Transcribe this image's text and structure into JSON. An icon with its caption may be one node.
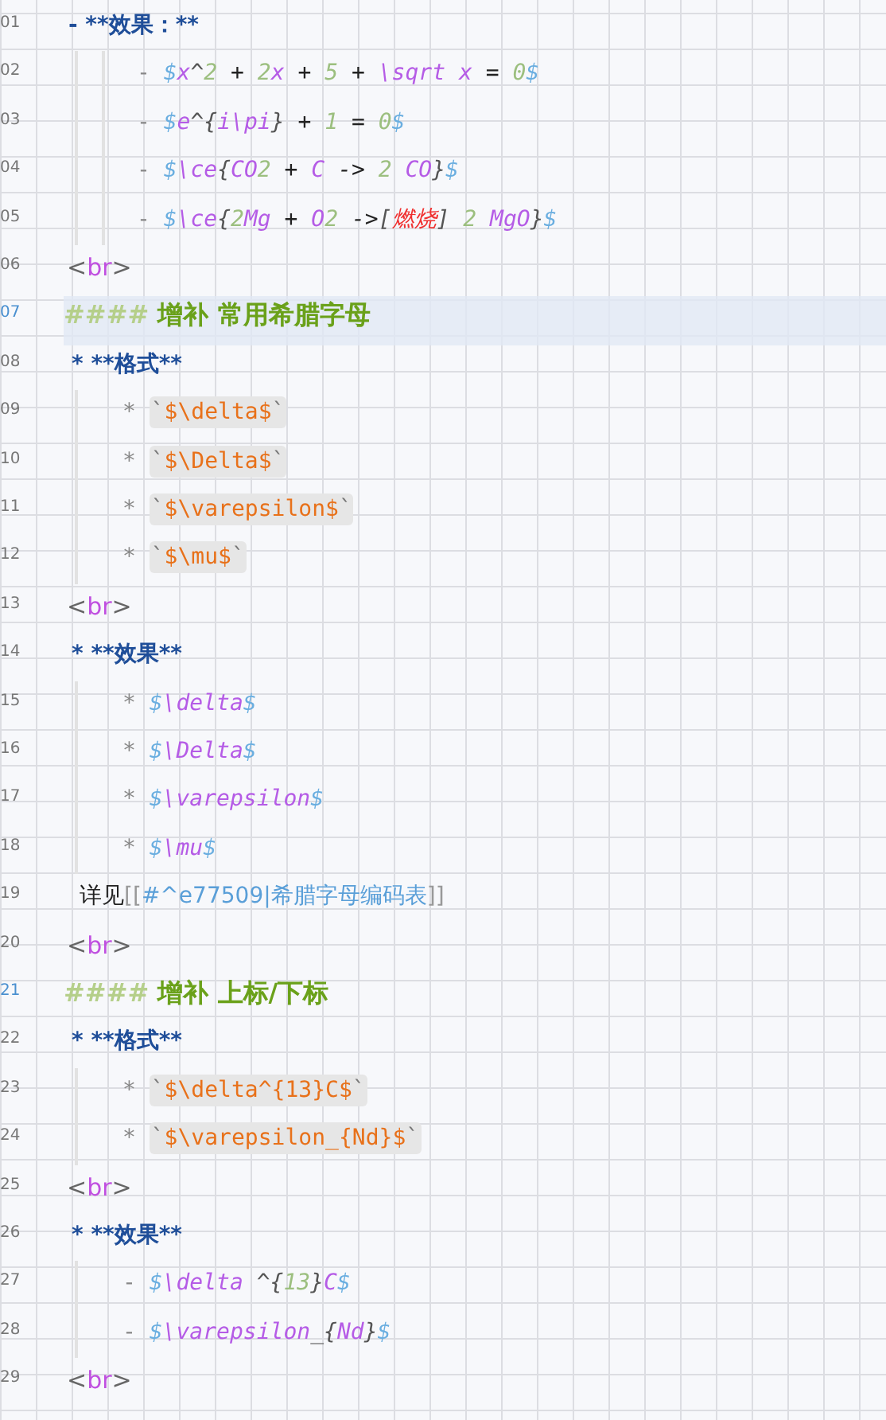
{
  "diagram": {
    "labels": [
      "01",
      "- **效果：**",
      "02",
      "- $x^2 + 2x + 5 + \\sqrt x = 0$",
      "03",
      "- $e^{i\\pi} + 1 = 0$",
      "04",
      "- $\\ce{CO2 + C -> 2 CO}$",
      "05",
      "- $\\ce{2Mg + O2 ->[燃烧] 2 MgO}$",
      "06",
      "<br>",
      "07",
      "#### 增补 常用希腊字母",
      "08",
      "* **格式**",
      "09",
      "* `$\\delta$`",
      "10",
      "* `$\\Delta$`",
      "11",
      "* `$\\varepsilon$`",
      "12",
      "* `$\\mu$`",
      "13",
      "<br>",
      "14",
      "* **效果**",
      "15",
      "* $\\delta$",
      "16",
      "* $\\Delta$",
      "17",
      "* $\\varepsilon$",
      "18",
      "* $\\mu$",
      "19",
      "详见[[#^e77509|希腊字母编码表]]",
      "20",
      "<br>",
      "21",
      "#### 增补 上标/下标",
      "22",
      "* **格式**",
      "23",
      "* `$\\delta^{13}C$`",
      "24",
      "* `$\\varepsilon_{Nd}$`",
      "25",
      "<br>",
      "26",
      "* **效果**",
      "27",
      "- $\\delta ^{13}C$",
      "28",
      "- $\\varepsilon_{Nd}$",
      "29",
      "<br>"
    ]
  }
}
